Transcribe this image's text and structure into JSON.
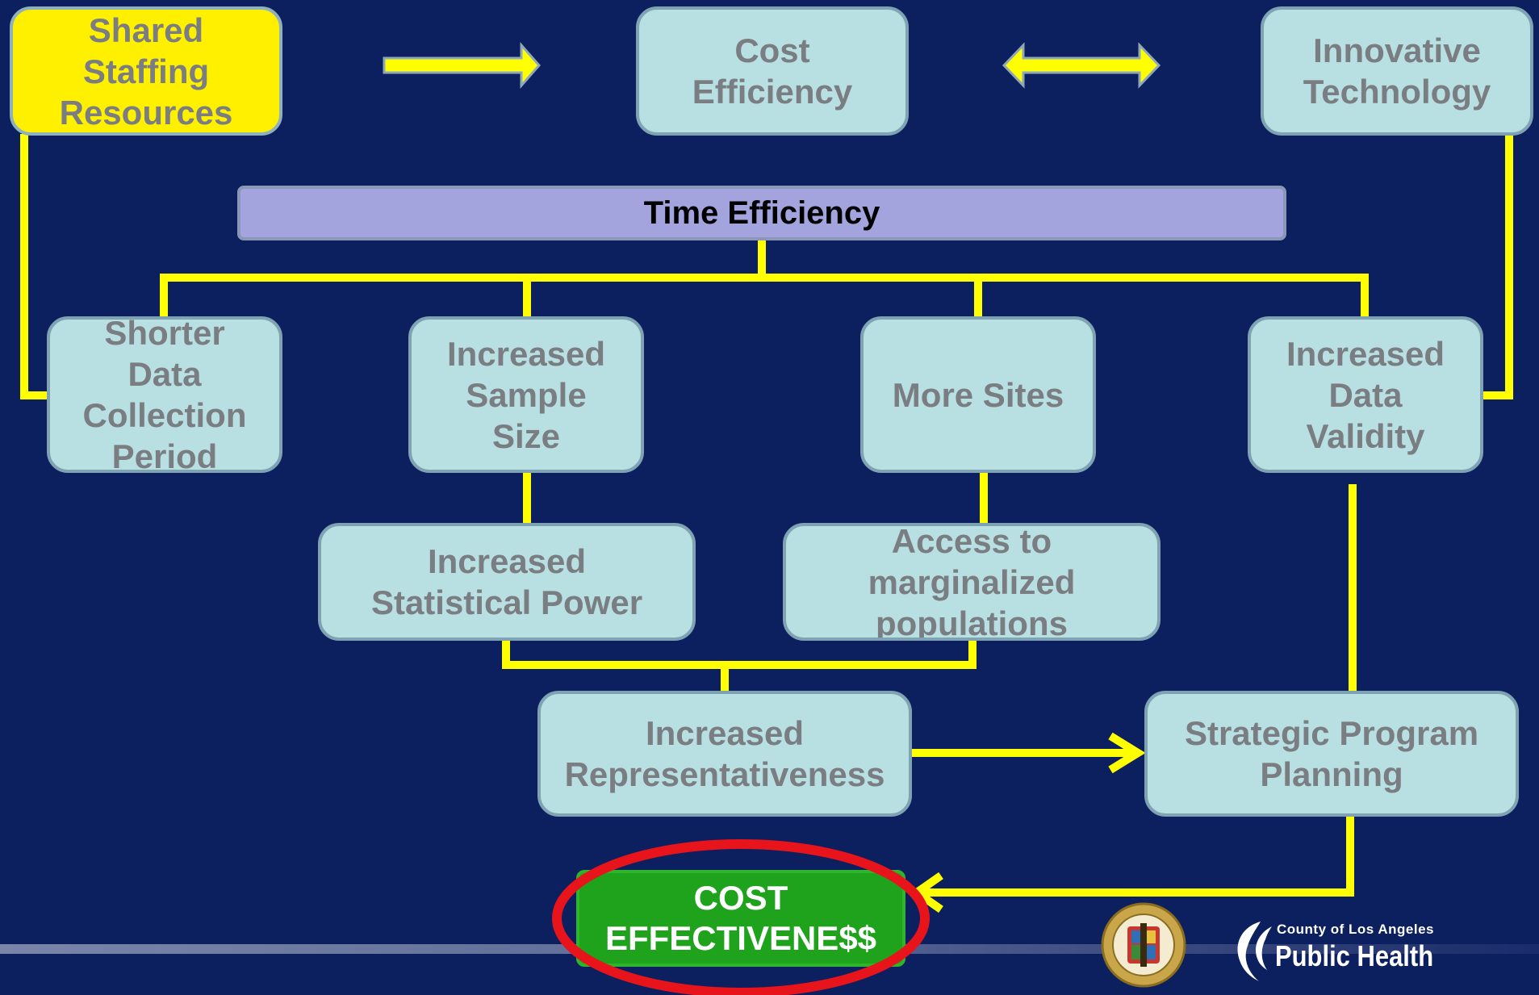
{
  "nodes": {
    "shared_staffing": "Shared\nStaffing\nResources",
    "cost_efficiency": "Cost\nEfficiency",
    "innovative_technology": "Innovative\nTechnology",
    "time_efficiency": "Time Efficiency",
    "shorter_period": "Shorter\nData\nCollection\nPeriod",
    "increased_sample": "Increased\nSample\nSize",
    "more_sites": "More Sites",
    "increased_validity": "Increased\nData\nValidity",
    "statistical_power": "Increased\nStatistical Power",
    "marginalized": "Access to\nmarginalized\npopulations",
    "representativeness": "Increased\nRepresentativeness",
    "strategic_planning": "Strategic Program\nPlanning",
    "cost_effectiveness": "COST\nEFFECTIVENE$$"
  },
  "logo": {
    "county_line": "County of Los Angeles",
    "public_health": "Public Health"
  },
  "colors": {
    "background": "#0c1f5e",
    "connector": "#ffff00",
    "node_fill": "#b8e0e2",
    "highlight_node": "#fff000",
    "time_bar": "#a3a3de",
    "outcome_fill": "#1fa31c",
    "outcome_ring": "#e8141c"
  }
}
